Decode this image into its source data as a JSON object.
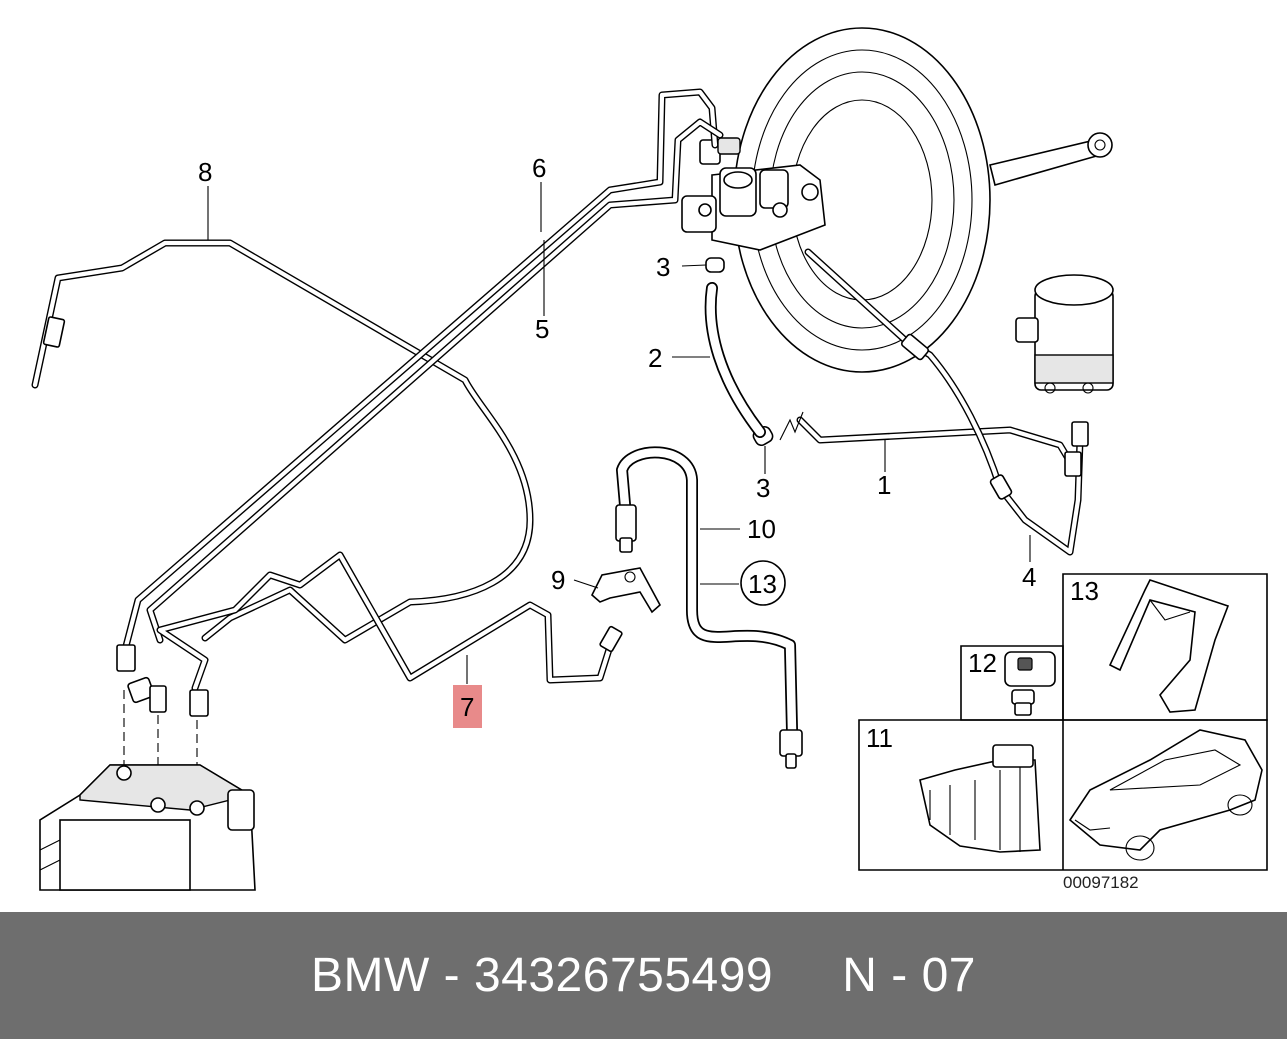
{
  "diagram": {
    "callouts": {
      "c1": "1",
      "c2": "2",
      "c3a": "3",
      "c3b": "3",
      "c4": "4",
      "c5": "5",
      "c6": "6",
      "c7": "7",
      "c8": "8",
      "c9": "9",
      "c10": "10",
      "c11": "11",
      "c12": "12",
      "c13_box": "13",
      "c13_circle": "13"
    },
    "highlight_color": "#e88a8a",
    "reference_number": "00097182"
  },
  "footer": {
    "text": "BMW - 34326755499     N - 07",
    "background": "#6e6e6e"
  }
}
